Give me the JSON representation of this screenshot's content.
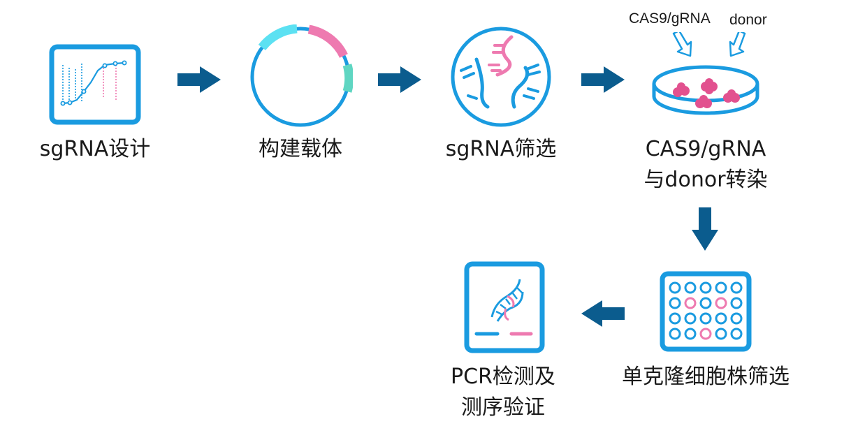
{
  "colors": {
    "blue": "#1a9be0",
    "dark_arrow": "#0b5c8e",
    "pink": "#ee7ab0",
    "cyan": "#5ce1f2",
    "teal": "#5fd6c2",
    "cell": "#e2518f"
  },
  "steps": [
    {
      "id": "sgrna-design",
      "icon": "chart-monitor-icon",
      "label": "sgRNA设计"
    },
    {
      "id": "vector-build",
      "icon": "plasmid-icon",
      "label": "构建载体"
    },
    {
      "id": "sgrna-screen",
      "icon": "rna-strands-icon",
      "label": "sgRNA筛选"
    },
    {
      "id": "transfection",
      "icon": "petri-dish-icon",
      "label_line1": "CAS9/gRNA",
      "label_line2": "与donor转染"
    },
    {
      "id": "clone-screen",
      "icon": "well-plate-icon",
      "label": "单克隆细胞株筛选"
    },
    {
      "id": "pcr-verify",
      "icon": "dna-gel-icon",
      "label_line1": "PCR检测及",
      "label_line2": "测序验证"
    }
  ],
  "annotations": {
    "cas9": "CAS9/gRNA",
    "donor": "donor"
  }
}
